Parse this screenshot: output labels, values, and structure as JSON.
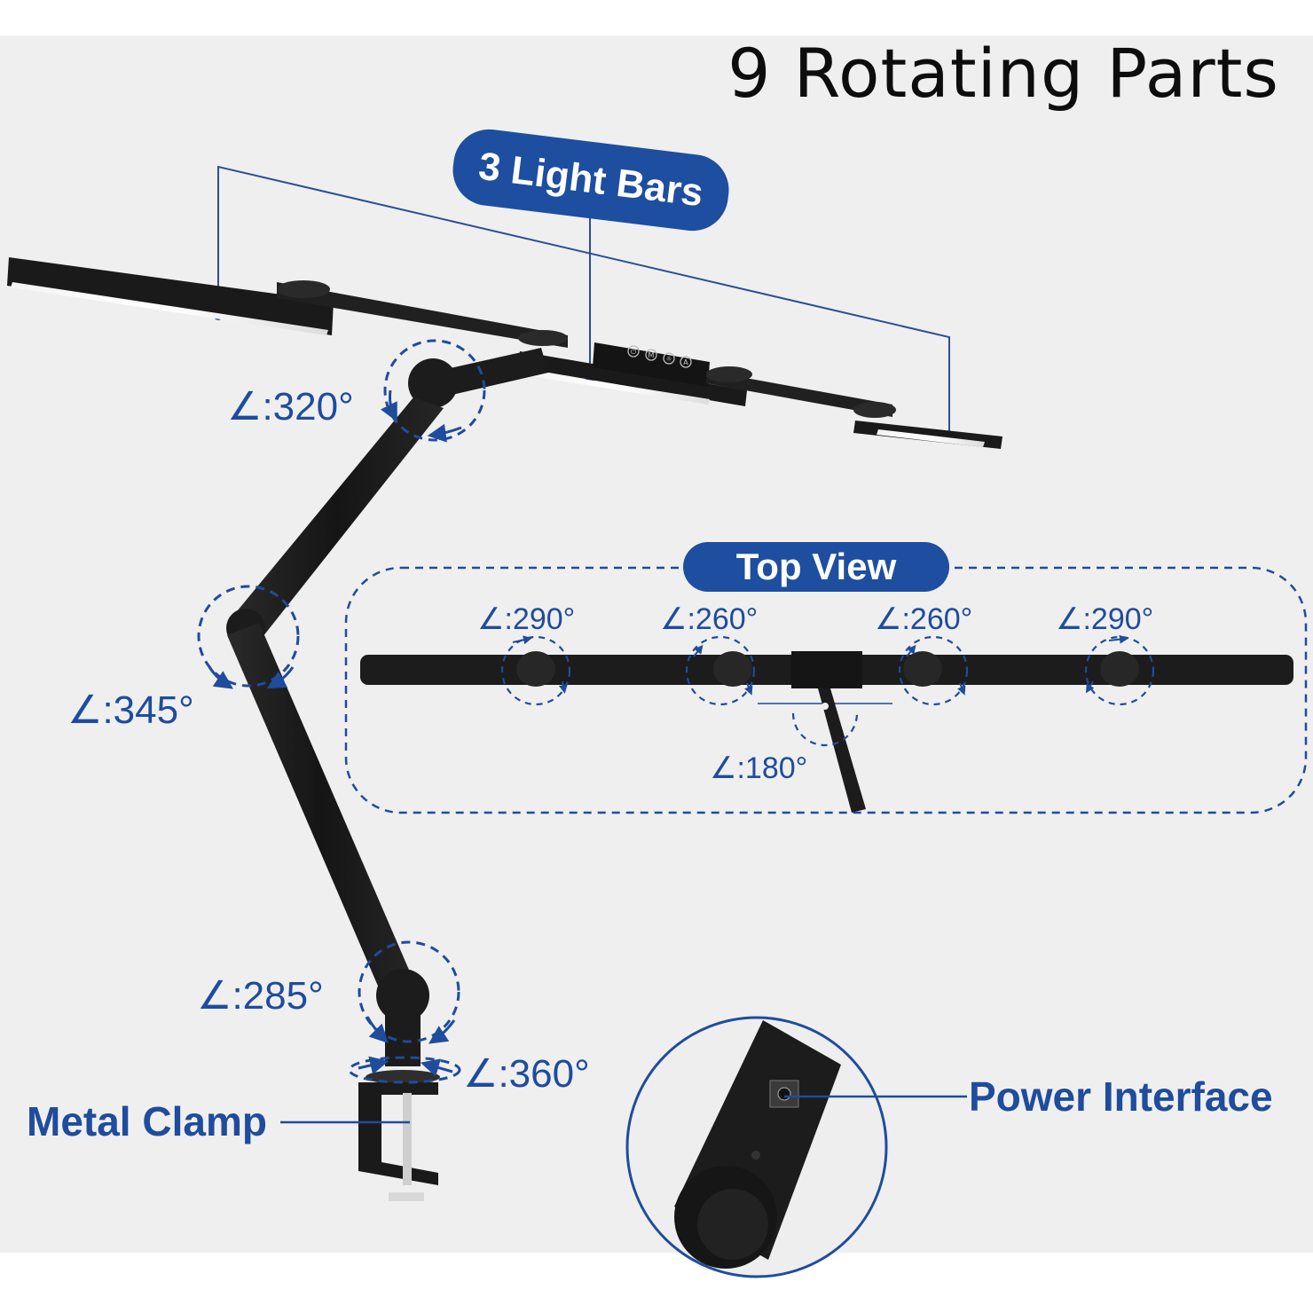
{
  "title": "9 Rotating Parts",
  "labels": {
    "light_bars": "3 Light Bars",
    "top_view": "Top View",
    "metal_clamp": "Metal Clamp",
    "power_interface": "Power Interface"
  },
  "angles": {
    "joint_top": "∠:320°",
    "joint_elbow": "∠:345°",
    "joint_base": "∠:285°",
    "joint_swivel": "∠:360°",
    "top_view_1": "∠:290°",
    "top_view_2": "∠:260°",
    "top_view_3": "∠:260°",
    "top_view_4": "∠:290°",
    "top_view_arm": "∠:180°"
  },
  "control_buttons": [
    "⏻",
    "M",
    "☼",
    "A"
  ],
  "colors": {
    "accent_blue": "#1e4ea0",
    "lamp_black": "#1b1b1b",
    "background": "#efefef"
  }
}
